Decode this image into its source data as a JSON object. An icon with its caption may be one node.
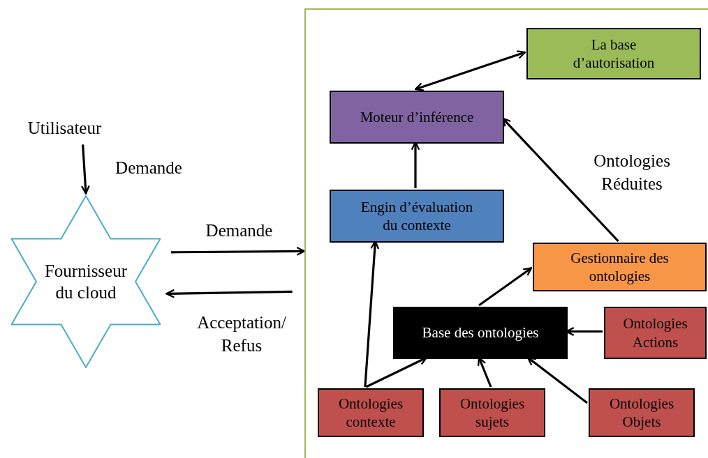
{
  "diagram": {
    "nodes": [
      {
        "text": [
          "Utilisateur"
        ]
      },
      {
        "text": [
          "Fournisseur du cloud"
        ]
      },
      {
        "text": [],
        "shape": "box"
      },
      {
        "text": [
          "La base d’autorisation"
        ],
        "in": 2
      },
      {
        "text": [
          "Moteur d’inférence"
        ],
        "in": 2
      },
      {
        "text": [
          "Engin d’évaluation du contexte"
        ],
        "in": 2
      },
      {
        "text": [
          "Gestionnaire des ontologies"
        ],
        "in": 2
      },
      {
        "text": [
          "Base des ontologies"
        ],
        "in": 2
      },
      {
        "text": [
          "Ontologies Actions"
        ],
        "in": 2
      },
      {
        "text": [
          "Ontologies contexte"
        ],
        "in": 2
      },
      {
        "text": [
          "Ontologies sujets"
        ],
        "in": 2
      },
      {
        "text": [
          "Ontologies Objets"
        ],
        "in": 2
      }
    ],
    "edges": [
      {
        "from": 0,
        "to": 1,
        "arrow": "to",
        "label": "Demande"
      },
      {
        "from": 1,
        "to": 2,
        "arrow": "to",
        "label": "Demande"
      },
      {
        "from": 2,
        "to": 1,
        "arrow": "to",
        "label": "Acceptation/ Refus"
      },
      {
        "from": 4,
        "to": 3,
        "arrow": "both"
      },
      {
        "from": 5,
        "to": 4,
        "arrow": "to"
      },
      {
        "from": 6,
        "to": 4,
        "arrow": "to",
        "label": "Ontologies Réduites"
      },
      {
        "from": 7,
        "to": 6,
        "arrow": "to"
      },
      {
        "from": 8,
        "to": 7,
        "arrow": "to"
      },
      {
        "from": 9,
        "to": 5,
        "arrow": "to"
      },
      {
        "from": 9,
        "to": 7,
        "arrow": "to"
      },
      {
        "from": 10,
        "to": 7,
        "arrow": "to"
      },
      {
        "from": 11,
        "to": 7,
        "arrow": "to"
      }
    ]
  }
}
